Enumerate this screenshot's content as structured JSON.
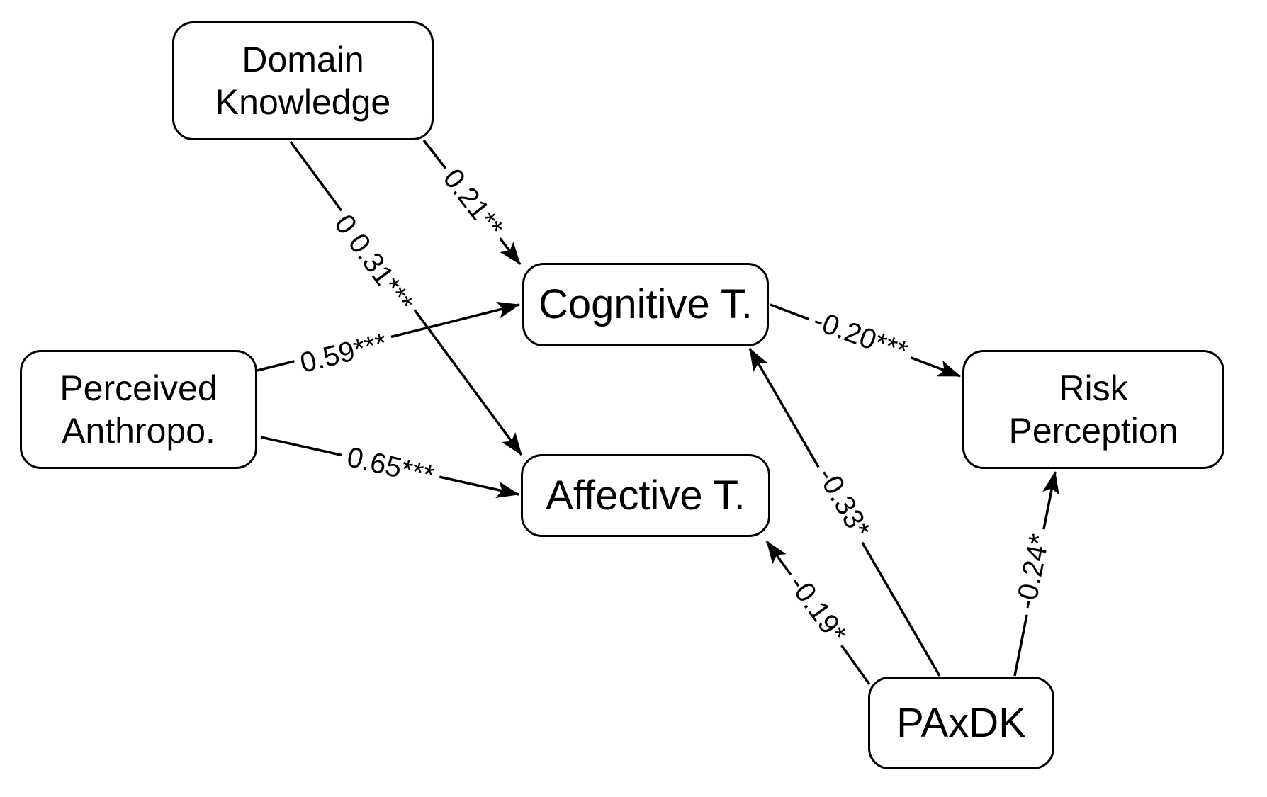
{
  "nodes": {
    "domain_knowledge": {
      "line1": "Domain",
      "line2": "Knowledge"
    },
    "perceived_anthropo": {
      "line1": "Perceived",
      "line2": "Anthropo."
    },
    "cognitive_trust": {
      "line1": "Cognitive T."
    },
    "affective_trust": {
      "line1": "Affective T."
    },
    "risk_perception": {
      "line1": "Risk",
      "line2": "Perception"
    },
    "paxdk": {
      "line1": "PAxDK"
    }
  },
  "edges": [
    {
      "from": "Domain Knowledge",
      "to": "Cognitive T.",
      "label": "0.21**"
    },
    {
      "from": "Domain Knowledge",
      "to": "Affective T.",
      "label": "0 0.31***"
    },
    {
      "from": "Perceived Anthropo.",
      "to": "Cognitive T.",
      "label": "0.59***"
    },
    {
      "from": "Perceived Anthropo.",
      "to": "Affective T.",
      "label": "0.65***"
    },
    {
      "from": "Cognitive T.",
      "to": "Risk Perception",
      "label": "-0.20***"
    },
    {
      "from": "PAxDK",
      "to": "Cognitive T.",
      "label": "-0.33*"
    },
    {
      "from": "PAxDK",
      "to": "Affective T.",
      "label": "-0.19*"
    },
    {
      "from": "PAxDK",
      "to": "Risk Perception",
      "label": "-0.24*"
    }
  ],
  "colors": {
    "background": "#ffffff",
    "line": "#000000",
    "box_border": "#000000",
    "box_fill": "#ffffff",
    "text": "#000000"
  }
}
